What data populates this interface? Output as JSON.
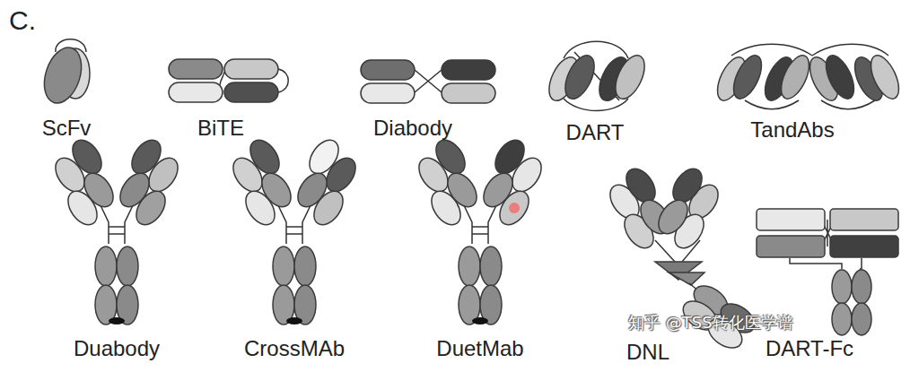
{
  "diagram": {
    "labels": [
      "C.",
      "ScFv",
      "BiTE",
      "Diabody",
      "DART",
      "TandAbs",
      "Duabody",
      "CrossMAb",
      "DuetMab",
      "DNL",
      "DART-Fc",
      "知乎 @TSS转化医学谱"
    ]
  }
}
